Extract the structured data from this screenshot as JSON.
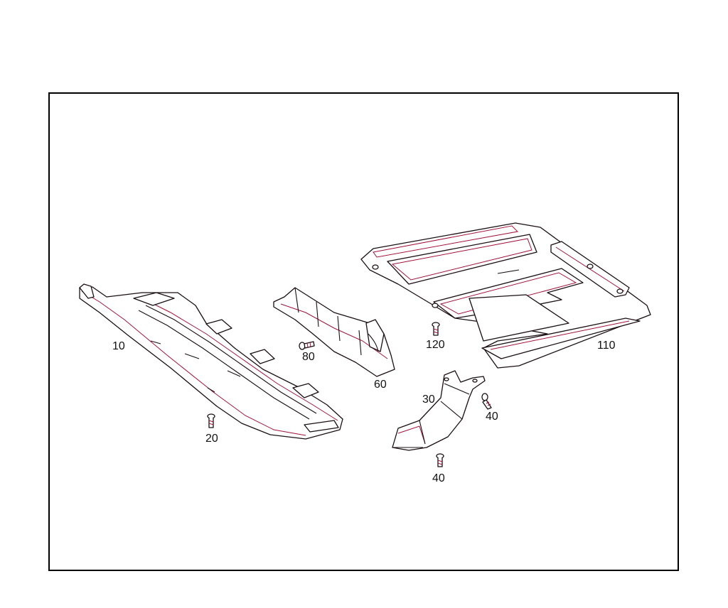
{
  "diagram": {
    "callouts": {
      "p10": "10",
      "p20": "20",
      "p30": "30",
      "p40a": "40",
      "p40b": "40",
      "p60": "60",
      "p80": "80",
      "p110": "110",
      "p120": "120"
    },
    "colors": {
      "outline": "#1a0f14",
      "accent": "#a3123a",
      "frame": "#000000"
    }
  }
}
